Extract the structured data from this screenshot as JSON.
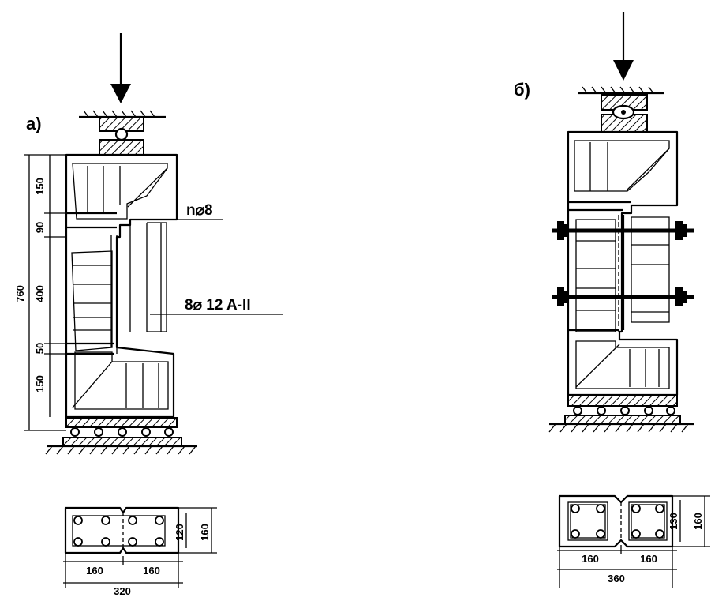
{
  "panel_a": {
    "label": "а)",
    "total_height": "760",
    "segments": [
      "150",
      "90",
      "400",
      "50",
      "150"
    ],
    "stirrup_note": "n⌀8",
    "rebar_note": "8⌀ 12 A-II",
    "section": {
      "width_left": "160",
      "width_right": "160",
      "total_width": "320",
      "inner_height": "120",
      "outer_height": "160"
    }
  },
  "panel_b": {
    "label": "б)",
    "section": {
      "width_left": "160",
      "width_right": "160",
      "total_width": "360",
      "inner_height": "130",
      "outer_height": "160"
    }
  }
}
